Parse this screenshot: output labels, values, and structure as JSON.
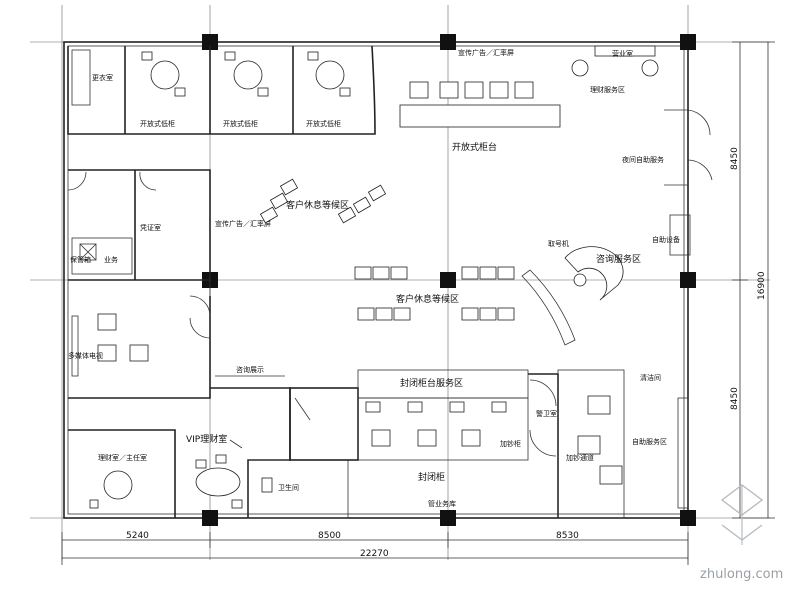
{
  "rooms": {
    "changing_room": "更衣室",
    "open_office_1": "开放式低柜",
    "open_office_2": "开放式低柜",
    "open_office_3": "开放式低柜",
    "advert_top": "宣传广告／汇率屏",
    "manager_office": "营业室",
    "finance_service": "理财服务区",
    "open_counter": "开放式柜台",
    "night_service": "夜间自助服务",
    "voucher_room": "凭证室",
    "advert_left": "宣传广告／汇率屏",
    "vault": "保管箱",
    "cash": "业务",
    "customer_wait_1": "客户休息等候区",
    "customer_wait_2": "客户休息等候区",
    "atm_room": "自助设备",
    "queue_machine": "取号机",
    "consult_service": "咨询服务区",
    "media_wall": "多媒体电视",
    "consult_display": "咨询展示",
    "closed_counter_service": "封闭柜台服务区",
    "security": "警卫室",
    "vip_room": "VIP理财室",
    "manager_room": "理财室／主任室",
    "toilet": "卫生间",
    "closed_counter": "封闭柜",
    "vault_area": "管业务库",
    "cash_counter": "加钞柜",
    "cash_pass": "加钞通道",
    "self_service": "自助服务区",
    "clean_room": "清洁间"
  },
  "dimensions": {
    "bottom_1": "5240",
    "bottom_2": "8500",
    "bottom_3": "8530",
    "bottom_total": "22270",
    "right_1": "8450",
    "right_2": "8450",
    "right_total": "16900"
  },
  "watermark": "zhulong.com"
}
